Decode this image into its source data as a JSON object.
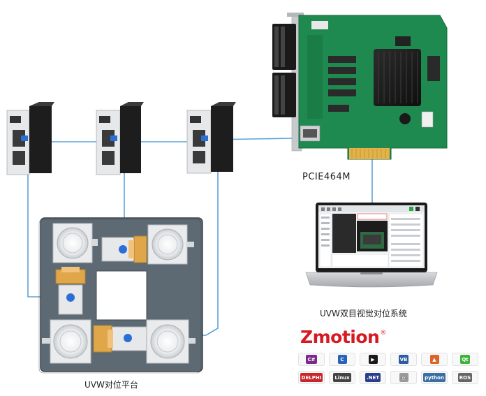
{
  "labels": {
    "card": "PCIE464M",
    "vision": "UVW双目视觉对位系统",
    "platform": "UVW对位平台"
  },
  "brand": {
    "name": "Zmotion",
    "mark": "®",
    "color": "#d51a22"
  },
  "logos": [
    {
      "name": "csharp-logo",
      "text": "C#",
      "bg": "#7b2a8c"
    },
    {
      "name": "cplusplus-logo",
      "text": "C",
      "bg": "#2a64b8"
    },
    {
      "name": "labview-logo",
      "text": "▶",
      "bg": "#1a1a1a"
    },
    {
      "name": "vb-logo",
      "text": "VB",
      "bg": "#2a5ea0"
    },
    {
      "name": "matlab-logo",
      "text": "▲",
      "bg": "#d8662a"
    },
    {
      "name": "qt-logo",
      "text": "Qt",
      "bg": "#41b23b"
    },
    {
      "name": "delphi-logo",
      "text": "DELPHI",
      "bg": "#c8262b"
    },
    {
      "name": "linux-logo",
      "text": "Linux",
      "bg": "#444444"
    },
    {
      "name": "dotnet-logo",
      "text": ".NET",
      "bg": "#2a3f8c"
    },
    {
      "name": "android-logo",
      "text": "🤖",
      "bg": "#9a9a9a"
    },
    {
      "name": "python-logo",
      "text": "python",
      "bg": "#3a6ea5"
    },
    {
      "name": "ros-logo",
      "text": "ROS",
      "bg": "#666666"
    }
  ],
  "colors": {
    "wire": "#5ba3d6",
    "pcb": "#1f8a4f",
    "plate": "#5e6a73",
    "gold": "#e0a64a"
  }
}
